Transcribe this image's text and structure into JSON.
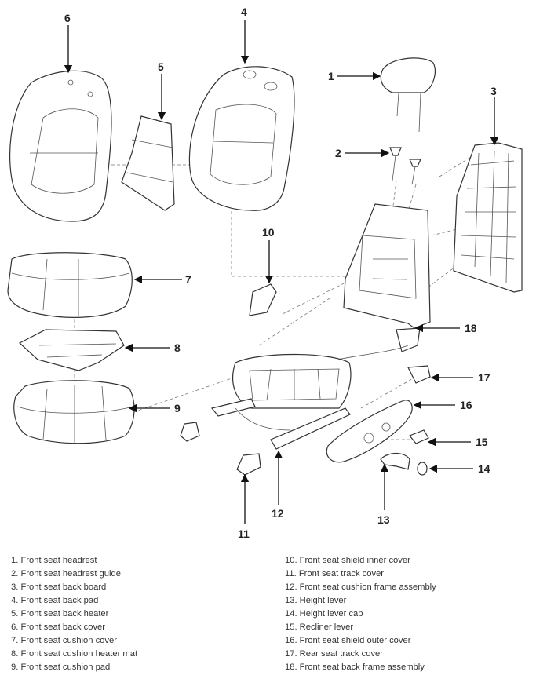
{
  "callouts": [
    "1",
    "2",
    "3",
    "4",
    "5",
    "6",
    "7",
    "8",
    "9",
    "10",
    "11",
    "12",
    "13",
    "14",
    "15",
    "16",
    "17",
    "18"
  ],
  "legend": {
    "left": [
      "1. Front seat headrest",
      "2. Front seat headrest guide",
      "3. Front seat back board",
      "4. Front seat back pad",
      "5. Front seat back heater",
      "6. Front seat back cover",
      "7. Front seat cushion cover",
      "8. Front seat cushion heater mat",
      "9. Front seat cushion pad"
    ],
    "right": [
      "10. Front seat shield inner cover",
      "11. Front seat track cover",
      "12. Front seat cushion frame assembly",
      "13. Height lever",
      "14. Height lever cap",
      "15. Recliner lever",
      "16. Front seat shield outer cover",
      "17. Rear seat track cover",
      "18. Front seat back frame assembly"
    ]
  }
}
